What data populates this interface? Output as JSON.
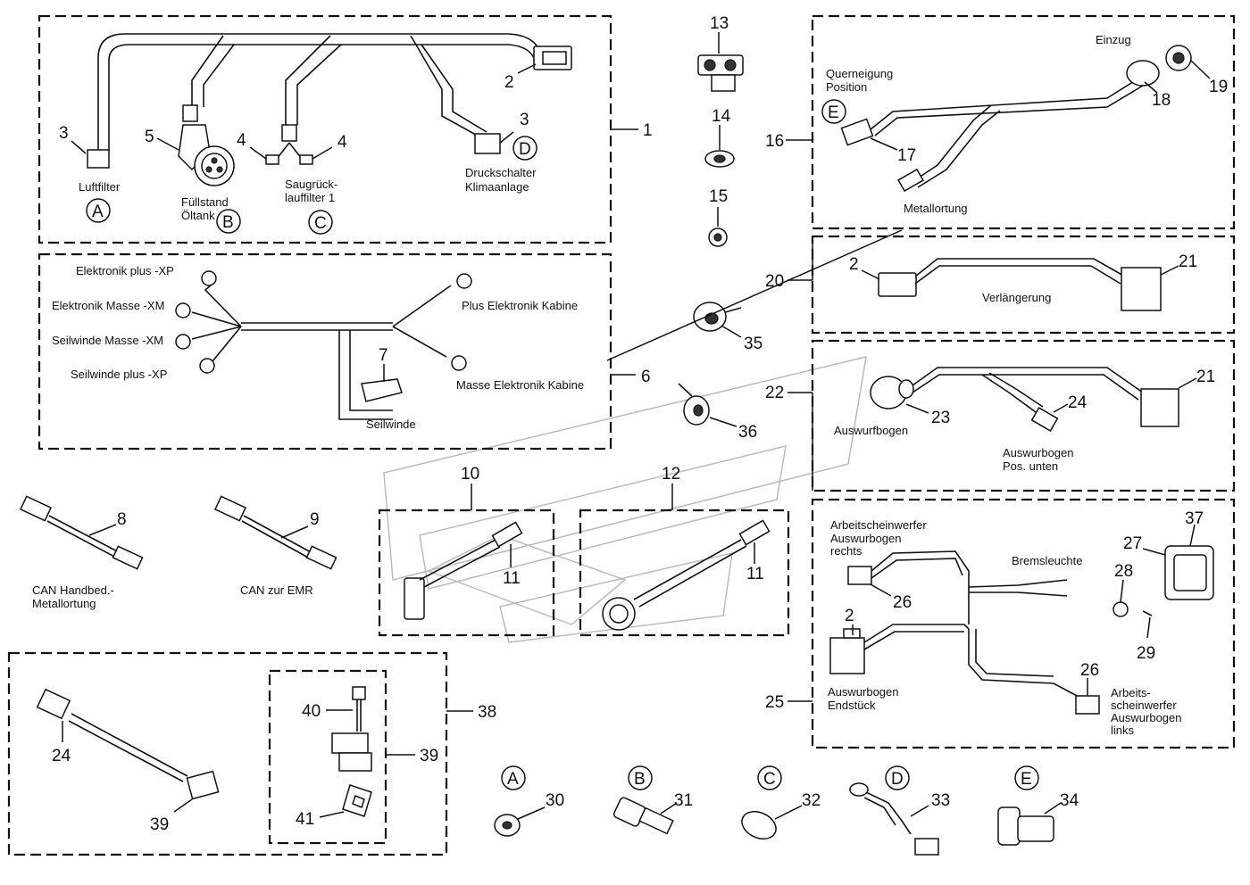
{
  "numbers": {
    "n1": "1",
    "n2a": "2",
    "n3a": "3",
    "n3b": "3",
    "n4a": "4",
    "n4b": "4",
    "n5": "5",
    "n6": "6",
    "n7": "7",
    "n8": "8",
    "n9": "9",
    "n10": "10",
    "n11a": "11",
    "n11b": "11",
    "n12": "12",
    "n13": "13",
    "n14": "14",
    "n15": "15",
    "n16": "16",
    "n17": "17",
    "n18": "18",
    "n19": "19",
    "n20": "20",
    "n2b": "2",
    "n21a": "21",
    "n22": "22",
    "n23": "23",
    "n24a": "24",
    "n21b": "21",
    "n35": "35",
    "n36": "36",
    "n37": "37",
    "n27": "27",
    "n28": "28",
    "n29": "29",
    "n26a": "26",
    "n2c": "2",
    "n26b": "26",
    "n25": "25",
    "n38": "38",
    "n24b": "24",
    "n39a": "39",
    "n39b": "39",
    "n40": "40",
    "n41": "41",
    "n30": "30",
    "n31": "31",
    "n32": "32",
    "n33": "33",
    "n34": "34"
  },
  "letters": {
    "A1": "A",
    "B1": "B",
    "C1": "C",
    "D1": "D",
    "E1": "E",
    "A2": "A",
    "B2": "B",
    "C2": "C",
    "D2": "D",
    "E2": "E"
  },
  "labels": {
    "luftfilter": "Luftfilter",
    "fuellstand1": "Füllstand",
    "fuellstand2": "Öltank",
    "saug1": "Saugrück-",
    "saug2": "lauffilter 1",
    "druck1": "Druckschalter",
    "druck2": "Klimaanlage",
    "elektronik_plus": "Elektronik plus -XP",
    "elektronik_masse": "Elektronik Masse -XM",
    "seilwinde_masse": "Seilwinde Masse -XM",
    "seilwinde_plus": "Seilwinde plus -XP",
    "plus_kabine": "Plus Elektronik Kabine",
    "masse_kabine": "Masse Elektronik Kabine",
    "seilwinde": "Seilwinde",
    "can_hand1": "CAN Handbed.-",
    "can_hand2": "Metallortung",
    "can_emr": "CAN zur EMR",
    "einzug": "Einzug",
    "querneigung1": "Querneigung",
    "querneigung2": "Position",
    "metallortung": "Metallortung",
    "verlaengerung": "Verlängerung",
    "auswurfbogen": "Auswurfbogen",
    "auswurfbogen_pos1": "Auswurbogen",
    "auswurfbogen_pos2": "Pos. unten",
    "aw_rechts1": "Arbeitscheinwerfer",
    "aw_rechts2": "Auswurbogen",
    "aw_rechts3": "rechts",
    "bremsleuchte": "Bremsleuchte",
    "endstueck1": "Auswurbogen",
    "endstueck2": "Endstück",
    "aw_links1": "Arbeits-",
    "aw_links2": "scheinwerfer",
    "aw_links3": "Auswurbogen",
    "aw_links4": "links"
  }
}
